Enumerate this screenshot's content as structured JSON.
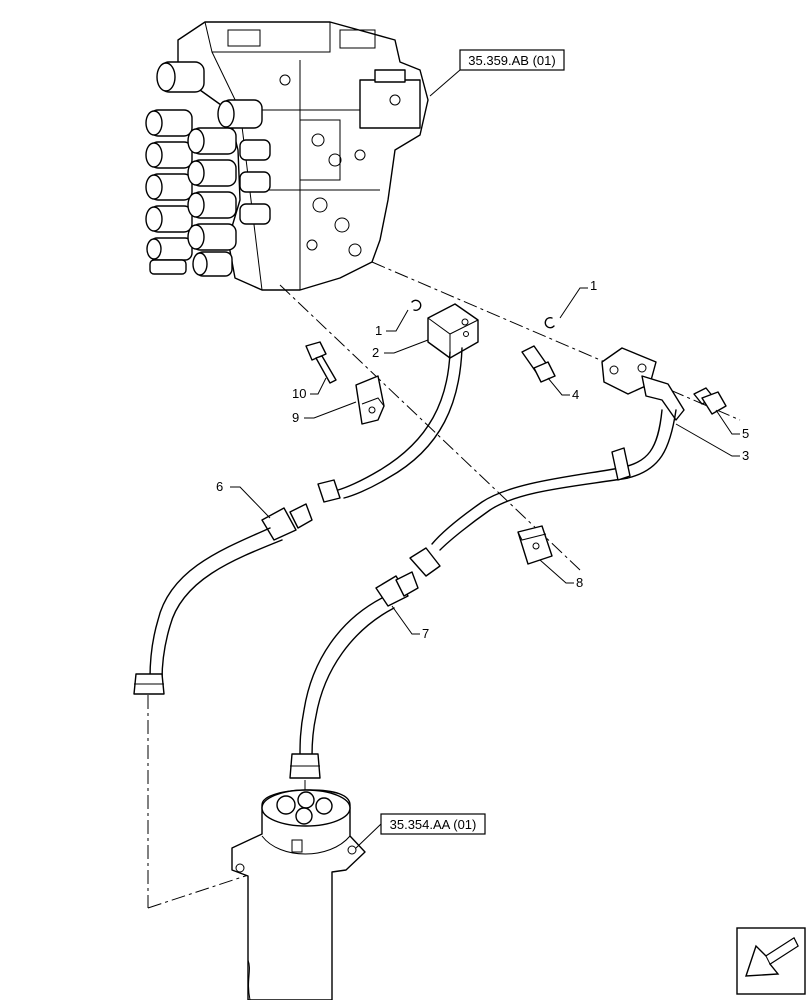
{
  "references": {
    "upper": "35.359.AB (01)",
    "lower": "35.354.AA (01)"
  },
  "callouts": {
    "c1a": "1",
    "c1b": "1",
    "c2": "2",
    "c3": "3",
    "c4": "4",
    "c5": "5",
    "c6": "6",
    "c7": "7",
    "c8": "8",
    "c9": "9",
    "c10": "10"
  },
  "icons": {
    "navigation": "arrow-nav-icon"
  },
  "colors": {
    "line": "#000000",
    "background": "#ffffff"
  }
}
